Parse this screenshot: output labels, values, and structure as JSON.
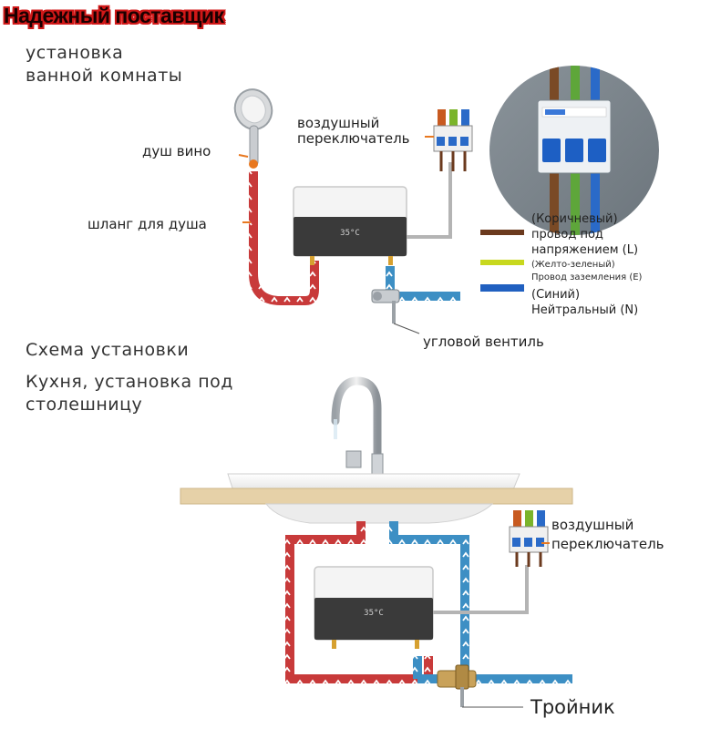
{
  "banner": "Надежный поставщик",
  "bathroom": {
    "title_line1": "Схема установки",
    "title_line2": "установка",
    "title_line3": "ванной комнаты",
    "shower_label": "душ вино",
    "hose_label": "шланг для душа",
    "switch_label_line1": "воздушный",
    "switch_label_line2": "переключатель",
    "valve_label": "угловой вентиль",
    "display_text": "35°C"
  },
  "legend": [
    {
      "color": "#6b3a1e",
      "line1": "(Коричневый)",
      "line2": "провод под",
      "line3": "напряжением (L)"
    },
    {
      "color": "#c8d81e",
      "line1": "(Желто-зеленый)",
      "line2": "Провод заземления (E)",
      "line3": ""
    },
    {
      "color": "#2060c0",
      "line1": "(Синий)",
      "line2": "Нейтральный (N)",
      "line3": ""
    }
  ],
  "kitchen": {
    "title_line1": "Схема установки",
    "title_line2": "Кухня, установка под",
    "title_line3": "столешницу",
    "switch_label_line1": "воздушный",
    "switch_label_line2": "переключатель",
    "tee_label": "Тройник",
    "display_text": "35°C"
  },
  "colors": {
    "hot_pipe": "#c83a3a",
    "cold_pipe": "#3d8fc4",
    "cable": "#9a9a9a",
    "heater_body": "#f4f4f4",
    "heater_panel": "#3a3a3a",
    "countertop": "#e6d1a8"
  }
}
